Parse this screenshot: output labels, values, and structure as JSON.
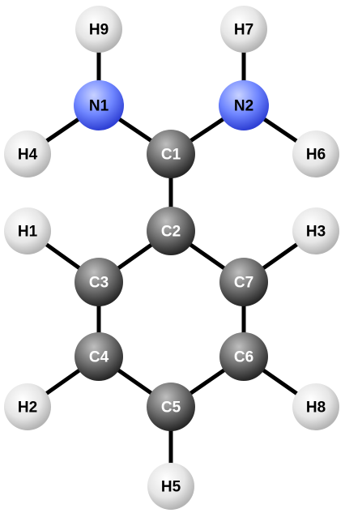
{
  "atoms": [
    {
      "id": "H9",
      "element": "H"
    },
    {
      "id": "H7",
      "element": "H"
    },
    {
      "id": "N1",
      "element": "N"
    },
    {
      "id": "N2",
      "element": "N"
    },
    {
      "id": "H4",
      "element": "H"
    },
    {
      "id": "C1",
      "element": "C"
    },
    {
      "id": "H6",
      "element": "H"
    },
    {
      "id": "H1",
      "element": "H"
    },
    {
      "id": "C2",
      "element": "C"
    },
    {
      "id": "H3",
      "element": "H"
    },
    {
      "id": "C3",
      "element": "C"
    },
    {
      "id": "C7",
      "element": "C"
    },
    {
      "id": "C4",
      "element": "C"
    },
    {
      "id": "C6",
      "element": "C"
    },
    {
      "id": "H2",
      "element": "H"
    },
    {
      "id": "C5",
      "element": "C"
    },
    {
      "id": "H8",
      "element": "H"
    },
    {
      "id": "H5",
      "element": "H"
    }
  ],
  "bonds": [
    [
      "H9",
      "N1"
    ],
    [
      "H7",
      "N2"
    ],
    [
      "N1",
      "H4"
    ],
    [
      "N2",
      "H6"
    ],
    [
      "N1",
      "C1"
    ],
    [
      "N2",
      "C1"
    ],
    [
      "C1",
      "C2"
    ],
    [
      "C2",
      "C3"
    ],
    [
      "C2",
      "C7"
    ],
    [
      "H1",
      "C3"
    ],
    [
      "H3",
      "C7"
    ],
    [
      "C3",
      "C4"
    ],
    [
      "C7",
      "C6"
    ],
    [
      "C4",
      "C5"
    ],
    [
      "C6",
      "C5"
    ],
    [
      "C4",
      "H2"
    ],
    [
      "C6",
      "H8"
    ],
    [
      "C5",
      "H5"
    ]
  ],
  "element_colors": {
    "H": {
      "light": "#ffffff",
      "mid": "#e6e6e6",
      "dark": "#b4b4b4",
      "label": "#000000"
    },
    "C": {
      "light": "#bfbfbf",
      "mid": "#6e6e6e",
      "dark": "#262626",
      "label": "#ffffff"
    },
    "N": {
      "light": "#c8d2ff",
      "mid": "#6f86ff",
      "dark": "#2e3fd4",
      "label": "#000000"
    }
  }
}
